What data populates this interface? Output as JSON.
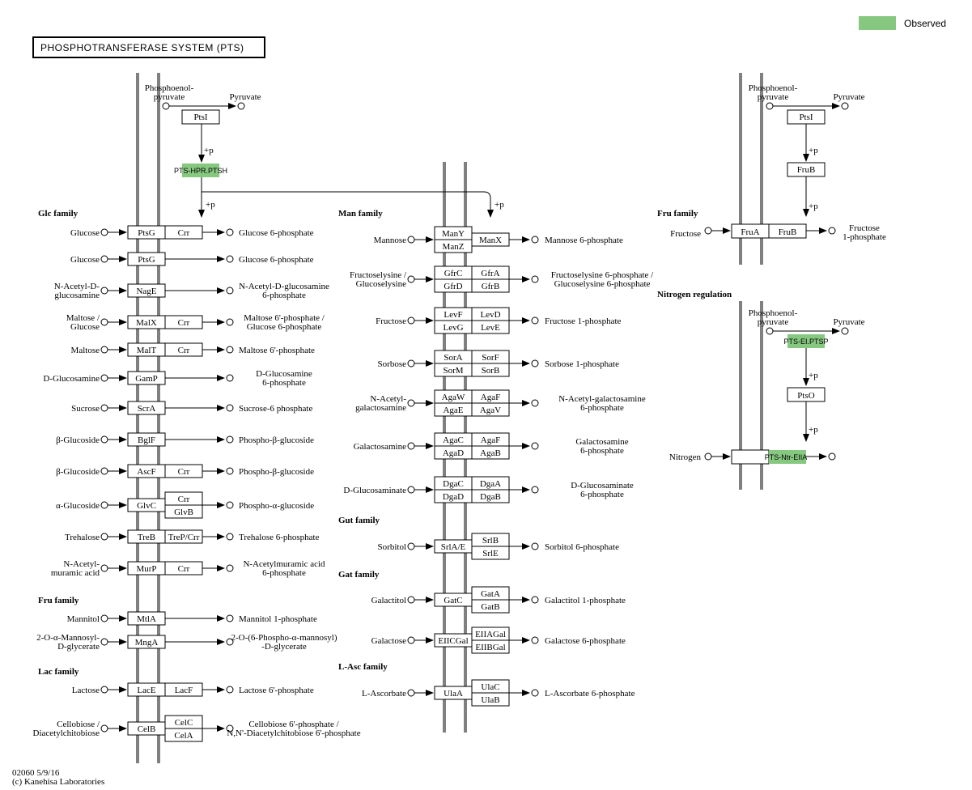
{
  "legend": {
    "label": "Observed",
    "color": "#86c880"
  },
  "title": "PHOSPHOTRANSFERASE SYSTEM (PTS)",
  "footer": {
    "code": "02060 5/9/16",
    "copyright": "(c) Kanehisa Laboratories"
  },
  "top_left": {
    "pep_l1": "Phosphoenol-",
    "pep_l2": "pyruvate",
    "pyruvate": "Pyruvate",
    "ptsi": "PtsI",
    "hpr": "PTS-HPR.PTSH",
    "p1": "+p",
    "p2": "+p",
    "p3": "+p"
  },
  "families": {
    "glc": "Glc family",
    "fru": "Fru family",
    "lac": "Lac family",
    "man": "Man family",
    "gut": "Gut family",
    "gat": "Gat family",
    "lasc": "L-Asc family",
    "fru_right": "Fru family",
    "nitrogen": "Nitrogen regulation"
  },
  "left_rows": [
    {
      "s1": "Glucose",
      "g1": "PtsG",
      "g2": "Crr",
      "p1": "Glucose 6-phosphate"
    },
    {
      "s1": "Glucose",
      "g1": "PtsG",
      "p1": "Glucose 6-phosphate"
    },
    {
      "s1": "N-Acetyl-D-",
      "s2": "glucosamine",
      "g1": "NagE",
      "p1": "N-Acetyl-D-glucosamine",
      "p2": "6-phosphate"
    },
    {
      "s1": "Maltose /",
      "s2": "Glucose",
      "g1": "MalX",
      "g2": "Crr",
      "p1": "Maltose 6'-phosphate /",
      "p2": "Glucose 6-phosphate"
    },
    {
      "s1": "Maltose",
      "g1": "MalT",
      "g2": "Crr",
      "p1": "Maltose 6'-phosphate"
    },
    {
      "s1": "D-Glucosamine",
      "g1": "GamP",
      "p1": "D-Glucosamine",
      "p2": "6-phosphate"
    },
    {
      "s1": "Sucrose",
      "g1": "ScrA",
      "p1": "Sucrose-6 phosphate"
    },
    {
      "s1": "β-Glucoside",
      "g1": "BglF",
      "p1": "Phospho-β-glucoside"
    },
    {
      "s1": "β-Glucoside",
      "g1": "AscF",
      "g2": "Crr",
      "p1": "Phospho-β-glucoside"
    },
    {
      "s1": "α-Glucoside",
      "g1": "GlvC",
      "g2": "Crr",
      "g3": "GlvB",
      "p1": "Phospho-α-glucoside"
    },
    {
      "s1": "Trehalose",
      "g1": "TreB",
      "g2": "TreP/Crr",
      "p1": "Trehalose 6-phosphate"
    },
    {
      "s1": "N-Acetyl-",
      "s2": "muramic acid",
      "g1": "MurP",
      "g2": "Crr",
      "p1": "N-Acetylmuramic acid",
      "p2": "6-phosphate"
    },
    {
      "s1": "Mannitol",
      "g1": "MtlA",
      "p1": "Mannitol 1-phosphate"
    },
    {
      "s1": "2-O-α-Mannosyl-",
      "s2": "D-glycerate",
      "g1": "MngA",
      "p1": "2-O-(6-Phospho-α-mannosyl)",
      "p2": "-D-glycerate"
    },
    {
      "s1": "Lactose",
      "g1": "LacE",
      "g2": "LacF",
      "p1": "Lactose 6'-phosphate"
    },
    {
      "s1": "Cellobiose /",
      "s2": "Diacetylchitobiose",
      "g1": "CelB",
      "g2": "CelC",
      "g3": "CelA",
      "p1": "Cellobiose 6'-phosphate /",
      "p2": "N,N'-Diacetylchitobiose 6'-phosphate"
    }
  ],
  "mid_rows": [
    {
      "s1": "Mannose",
      "a": "ManY",
      "b": "ManZ",
      "c": "ManX",
      "p1": "Mannose 6-phosphate"
    },
    {
      "s1": "Fructoselysine /",
      "s2": "Glucoselysine",
      "a": "GfrC",
      "b": "GfrD",
      "c": "GfrA",
      "d": "GfrB",
      "p1": "Fructoselysine 6-phosphate /",
      "p2": "Glucoselysine 6-phosphate"
    },
    {
      "s1": "Fructose",
      "a": "LevF",
      "b": "LevG",
      "c": "LevD",
      "d": "LevE",
      "p1": "Fructose 1-phosphate"
    },
    {
      "s1": "Sorbose",
      "a": "SorA",
      "b": "SorM",
      "c": "SorF",
      "d": "SorB",
      "p1": "Sorbose 1-phosphate"
    },
    {
      "s1": "N-Acetyl-",
      "s2": "galactosamine",
      "a": "AgaW",
      "b": "AgaE",
      "c": "AgaF",
      "d": "AgaV",
      "p1": "N-Acetyl-galactosamine",
      "p2": "6-phosphate"
    },
    {
      "s1": "Galactosamine",
      "a": "AgaC",
      "b": "AgaD",
      "c": "AgaF",
      "d": "AgaB",
      "p1": "Galactosamine",
      "p2": "6-phosphate"
    },
    {
      "s1": "D-Glucosaminate",
      "a": "DgaC",
      "b": "DgaD",
      "c": "DgaA",
      "d": "DgaB",
      "p1": "D-Glucosaminate",
      "p2": "6-phosphate"
    },
    {
      "s1": "Sorbitol",
      "a": "SrlA/E",
      "c": "SrlB",
      "d": "SrlE",
      "p1": "Sorbitol 6-phosphate"
    },
    {
      "s1": "Galactitol",
      "a": "GatC",
      "c": "GatA",
      "d": "GatB",
      "p1": "Galactitol 1-phosphate"
    },
    {
      "s1": "Galactose",
      "a": "EIICGal",
      "c": "EIIAGal",
      "d": "EIIBGal",
      "p1": "Galactose 6-phosphate"
    },
    {
      "s1": "L-Ascorbate",
      "a": "UlaA",
      "c": "UlaC",
      "d": "UlaB",
      "p1": "L-Ascorbate 6-phosphate"
    }
  ],
  "right_fru": {
    "pep_l1": "Phosphoenol-",
    "pep_l2": "pyruvate",
    "pyruvate": "Pyruvate",
    "ptsi": "PtsI",
    "fruB_top": "FruB",
    "p1": "+p",
    "p2": "+p",
    "sub": "Fructose",
    "fruA": "FruA",
    "fruB": "FruB",
    "prod1": "Fructose",
    "prod2": "1-phosphate"
  },
  "right_nitro": {
    "pep_l1": "Phosphoenol-",
    "pep_l2": "pyruvate",
    "pyruvate": "Pyruvate",
    "ei": "PTS-EI.PTSP",
    "ptso": "PtsO",
    "p1": "+p",
    "p2": "+p",
    "sub": "Nitrogen",
    "ntr": "PTS-Ntr-EIIA"
  }
}
